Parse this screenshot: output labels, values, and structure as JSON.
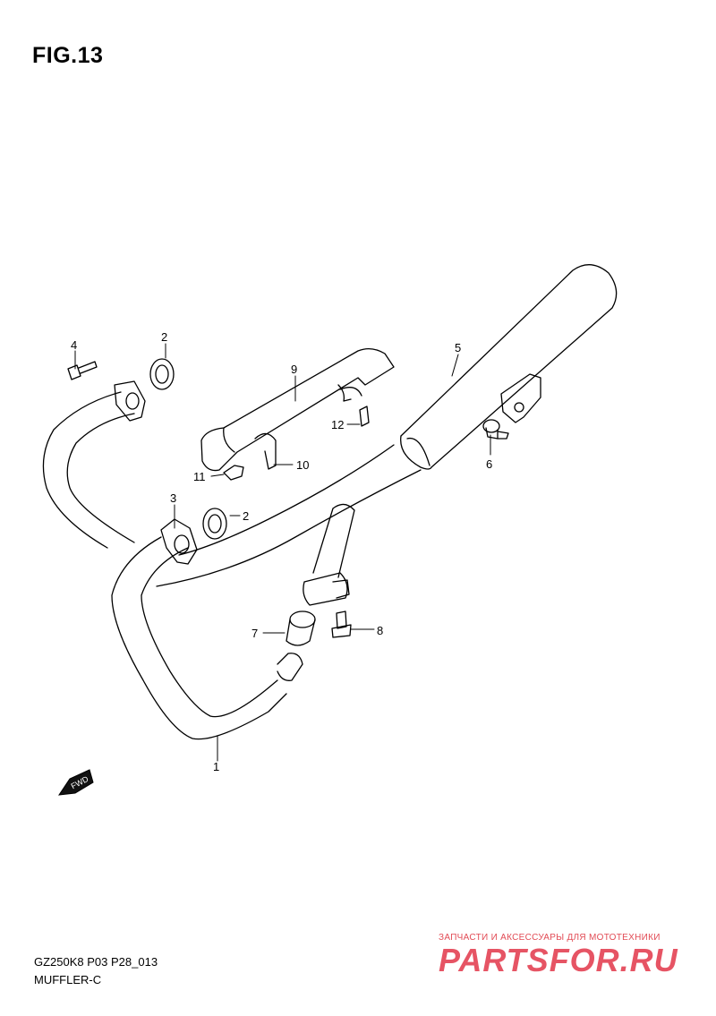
{
  "figure": {
    "title": "FIG.13"
  },
  "footer": {
    "code": "GZ250K8 P03 P28_013",
    "name": "MUFFLER-C"
  },
  "watermark": {
    "caption": "ЗАПЧАСТИ И АКСЕССУАРЫ ДЛЯ МОТОТЕХНИКИ",
    "logo": "PARTSFOR.RU"
  },
  "fwd_arrow": {
    "label": "FWD"
  },
  "callouts": [
    {
      "number": "1"
    },
    {
      "number": "2"
    },
    {
      "number": "2"
    },
    {
      "number": "3"
    },
    {
      "number": "4"
    },
    {
      "number": "5"
    },
    {
      "number": "6"
    },
    {
      "number": "7"
    },
    {
      "number": "8"
    },
    {
      "number": "9"
    },
    {
      "number": "10"
    },
    {
      "number": "11"
    },
    {
      "number": "12"
    }
  ]
}
